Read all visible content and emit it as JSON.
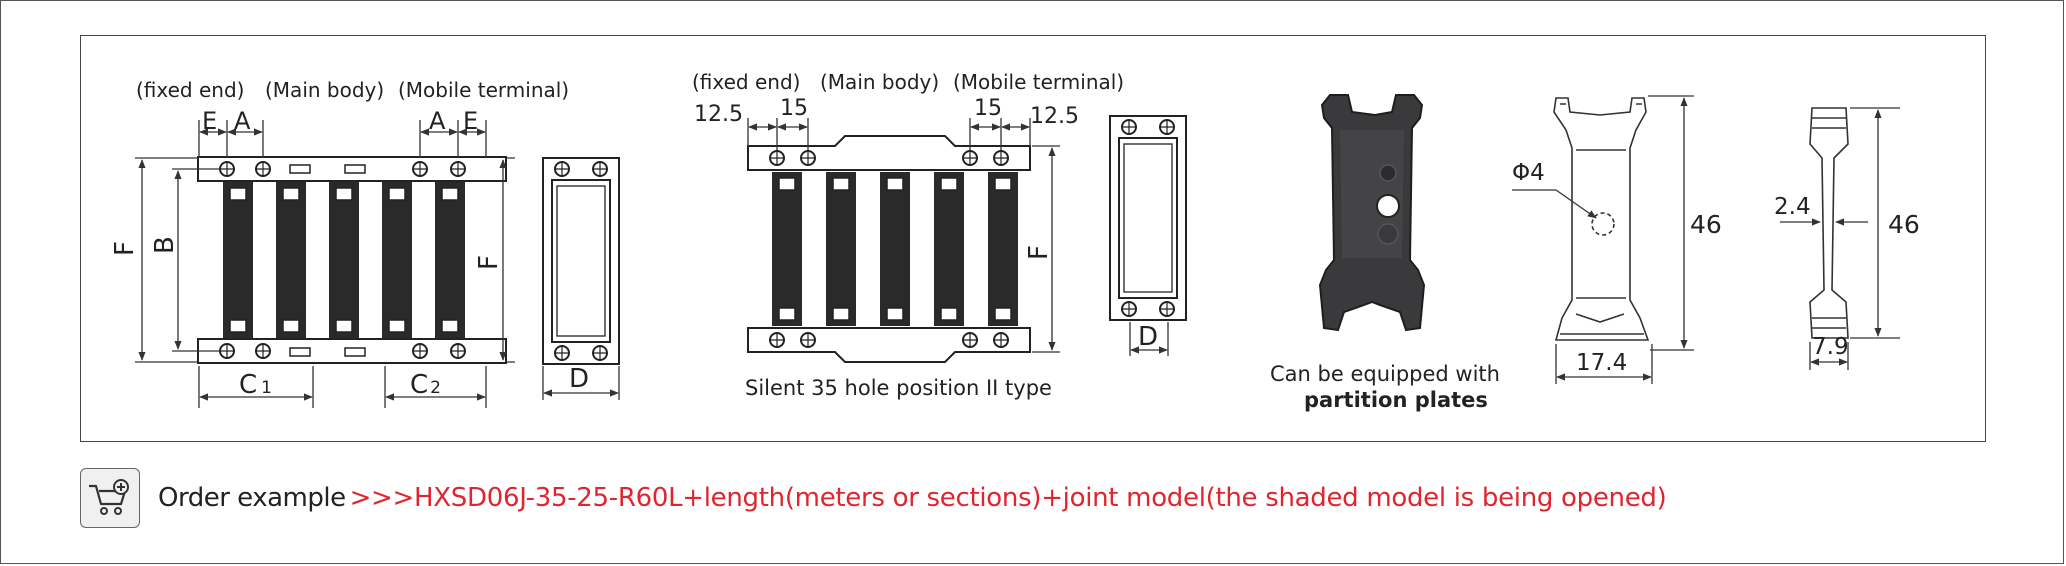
{
  "diagram": {
    "view1": {
      "labels": {
        "fixed_end": "(fixed end)",
        "main_body": "(Main body)",
        "mobile_terminal": "(Mobile terminal)"
      },
      "dims": {
        "e": "E",
        "a": "A",
        "f": "F",
        "b": "B",
        "c1_letter": "C",
        "c1_sub": "1",
        "c2_letter": "C",
        "c2_sub": "2",
        "d": "D"
      }
    },
    "view2": {
      "labels": {
        "fixed_end": "(fixed end)",
        "main_body": "(Main body)",
        "mobile_terminal": "(Mobile terminal)"
      },
      "dims": {
        "end_left": "12.5",
        "pitch_left": "15",
        "pitch_right": "15",
        "end_right": "12.5",
        "f": "F",
        "d": "D"
      },
      "caption": "Silent 35 hole position II type"
    },
    "partition": {
      "caption_line1": "Can be equipped with",
      "caption_line2": "partition plates",
      "dims": {
        "hole": "Φ4",
        "height_front": "46",
        "width_front": "17.4",
        "thickness": "2.4",
        "height_side": "46",
        "width_side": "7.9"
      }
    }
  },
  "order": {
    "icon": "shopping-cart-plus-icon",
    "label": "Order example",
    "model_text": ">>>HXSD06J-35-25-R60L+length(meters or sections)+joint model(the shaded model is being opened)",
    "highlight_color": "#e0252e"
  }
}
